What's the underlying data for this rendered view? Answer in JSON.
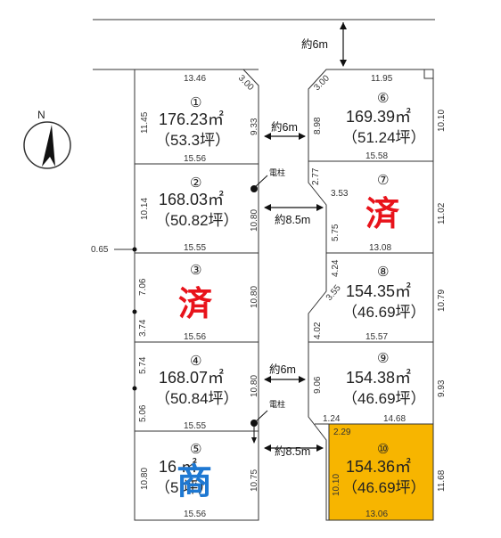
{
  "map": {
    "north_label": "N",
    "roads": {
      "top_road": "約6m",
      "road_upper_1": "約6m",
      "road_upper_2": "約8.5m",
      "road_lower_1": "約6m",
      "road_lower_2": "約8.5m"
    },
    "utility_pole_label": "電柱",
    "lots": [
      {
        "no": "①",
        "area": "176.23㎡",
        "tsubo": "（53.3坪）",
        "status": ""
      },
      {
        "no": "②",
        "area": "168.03㎡",
        "tsubo": "（50.82坪）",
        "status": ""
      },
      {
        "no": "③",
        "area": "",
        "tsubo": "",
        "status": "済"
      },
      {
        "no": "④",
        "area": "168.07㎡",
        "tsubo": "（50.84坪）",
        "status": ""
      },
      {
        "no": "⑤",
        "area": "16 ㎡",
        "tsubo": "（5 坪）",
        "status": "商"
      },
      {
        "no": "⑥",
        "area": "169.39㎡",
        "tsubo": "（51.24坪）",
        "status": ""
      },
      {
        "no": "⑦",
        "area": "",
        "tsubo": "",
        "status": "済"
      },
      {
        "no": "⑧",
        "area": "154.35㎡",
        "tsubo": "（46.69坪）",
        "status": ""
      },
      {
        "no": "⑨",
        "area": "154.38㎡",
        "tsubo": "（46.69坪）",
        "status": ""
      },
      {
        "no": "⑩",
        "area": "154.36㎡",
        "tsubo": "（46.69坪）",
        "status": ""
      }
    ],
    "highlight_color": "#f7b500",
    "dimensions": {
      "d1346": "13.46",
      "d300a": "3.00",
      "d1145": "11.45",
      "d933": "9.33",
      "d1556a": "15.56",
      "d1014": "10.14",
      "d1080a": "10.80",
      "d1555a": "15.55",
      "d065": "0.65",
      "d706": "7.06",
      "d1080b": "10.80",
      "d374": "3.74",
      "d1556b": "15.56",
      "d574": "5.74",
      "d1080c": "10.80",
      "d506": "5.06",
      "d1555b": "15.55",
      "d1080d": "10.80",
      "d1075": "10.75",
      "d1556c": "15.56",
      "d1195": "11.95",
      "d300b": "3.00",
      "d1010a": "10.10",
      "d898": "8.98",
      "d1558": "15.58",
      "d277": "2.77",
      "d353": "3.53",
      "d575": "5.75",
      "d1102": "11.02",
      "d1308": "13.08",
      "d424": "4.24",
      "d355": "3.55",
      "d402": "4.02",
      "d1079": "10.79",
      "d1557": "15.57",
      "d906": "9.06",
      "d993": "9.93",
      "d124": "1.24",
      "d1468": "14.68",
      "d229": "2.29",
      "d1010b": "10.10",
      "d1168": "11.68",
      "d1306": "13.06"
    }
  }
}
